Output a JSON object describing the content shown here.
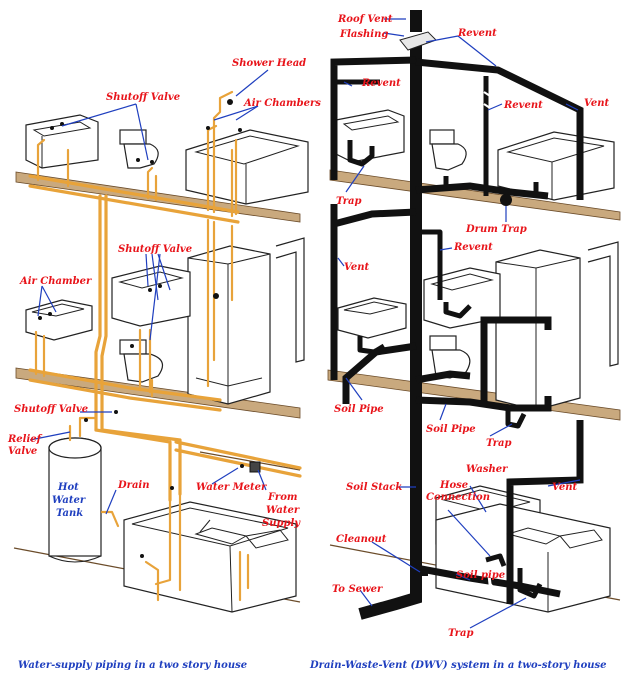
{
  "labels": {
    "shower_head": "Shower Head",
    "shutoff_valve_top": "Shutoff Valve",
    "air_chambers": "Air Chambers",
    "shutoff_valve_mid": "Shutoff Valve",
    "air_chamber": "Air Chamber",
    "shutoff_valve_low": "Shutoff Valve",
    "relief_valve_1": "Relief",
    "relief_valve_2": "Valve",
    "hot_water_tank_1": "Hot",
    "hot_water_tank_2": "Water",
    "hot_water_tank_3": "Tank",
    "drain": "Drain",
    "water_meter": "Water Meter",
    "from_water_supply_1": "From",
    "from_water_supply_2": "Water",
    "from_water_supply_3": "Supply",
    "roof_vent": "Roof Vent",
    "flashing": "Flashing",
    "revent_top": "Revent",
    "revent_left": "Revent",
    "revent_right": "Revent",
    "vent_right": "Vent",
    "trap_upper": "Trap",
    "drum_trap": "Drum Trap",
    "revent_mid": "Revent",
    "vent_left": "Vent",
    "soil_pipe_left": "Soil Pipe",
    "soil_pipe_mid": "Soil Pipe",
    "trap_mid": "Trap",
    "soil_stack": "Soil Stack",
    "washer": "Washer",
    "hose_connection_1": "Hose",
    "hose_connection_2": "Connection",
    "vent_low": "Vent",
    "cleanout": "Cleanout",
    "soil_pipe_low": "Soil pipe",
    "to_sewer": "To Sewer",
    "trap_low": "Trap"
  },
  "captions": {
    "left": "Water-supply piping in a two story house",
    "right": "Drain-Waste-Vent (DWV) system in a two-story house"
  },
  "colors": {
    "label": "#e8141a",
    "caption": "#1f3fbf",
    "supply_pipe": "#e8a33a",
    "dwv_pipe": "#111111",
    "floor": "#c9a97e"
  }
}
